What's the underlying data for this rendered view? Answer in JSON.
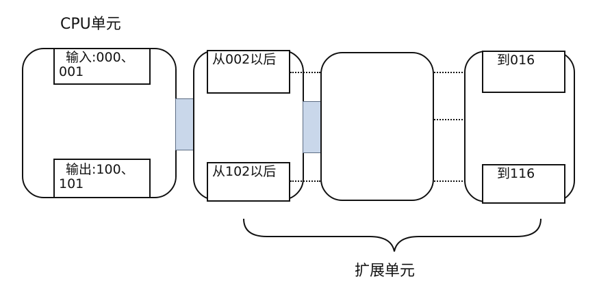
{
  "title": "CPU单元",
  "cpu_unit": {
    "input_box": {
      "line1": "输入:000、",
      "line2": "001"
    },
    "output_box": {
      "line1": "输出:100、",
      "line2": "101"
    }
  },
  "expansion_unit_1": {
    "input_box": {
      "text": "从002以后"
    },
    "output_box": {
      "text": "从102以后"
    }
  },
  "expansion_unit_3": {
    "input_box": {
      "text": "到016"
    },
    "output_box": {
      "text": "到116"
    }
  },
  "expansion_label": "扩展单元",
  "colors": {
    "connector_fill": "#c9d7ea",
    "line": "#111111"
  }
}
